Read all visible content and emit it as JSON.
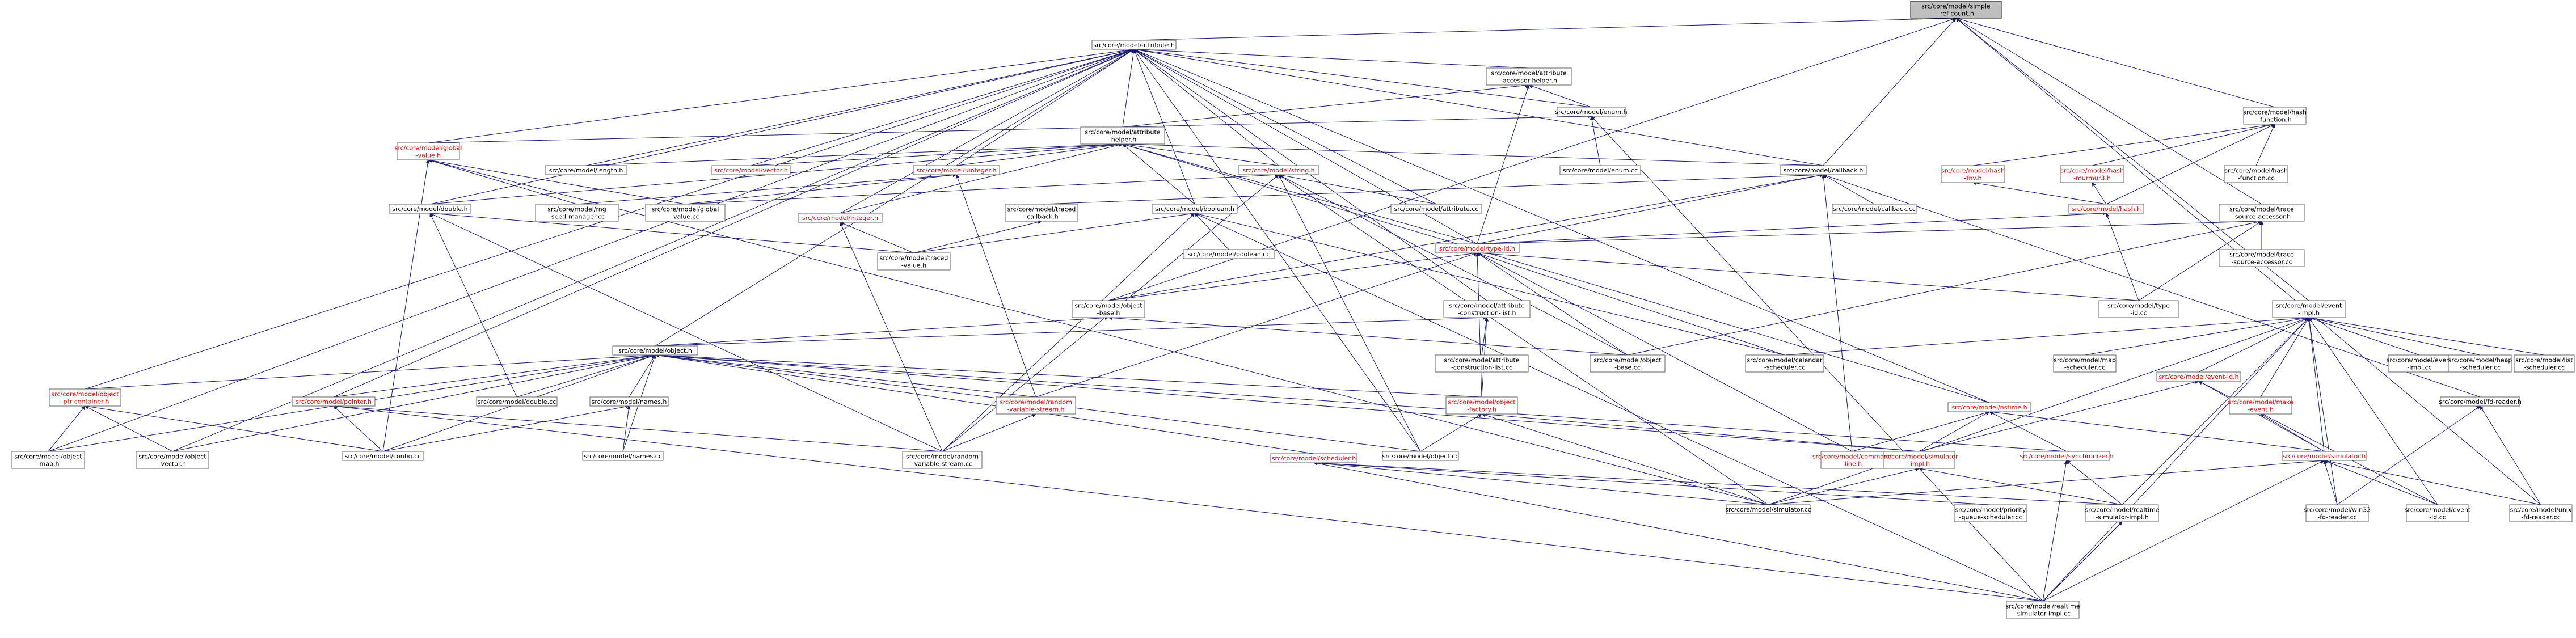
{
  "nodes": [
    {
      "id": "simple-ref-count",
      "lines": [
        "src/core/model/simple",
        "-ref-count.h"
      ],
      "focus": true
    },
    {
      "id": "attribute-h",
      "lines": [
        "src/core/model/attribute.h"
      ]
    },
    {
      "id": "attribute-accessor-helper",
      "lines": [
        "src/core/model/attribute",
        "-accessor-helper.h"
      ]
    },
    {
      "id": "enum-h",
      "lines": [
        "src/core/model/enum.h"
      ]
    },
    {
      "id": "hash-function-h",
      "lines": [
        "src/core/model/hash",
        "-function.h"
      ]
    },
    {
      "id": "attribute-helper-h",
      "lines": [
        "src/core/model/attribute",
        "-helper.h"
      ]
    },
    {
      "id": "global-value-h",
      "lines": [
        "src/core/model/global",
        "-value.h"
      ],
      "red": true
    },
    {
      "id": "length-h",
      "lines": [
        "src/core/model/length.h"
      ]
    },
    {
      "id": "vector-h",
      "lines": [
        "src/core/model/vector.h"
      ],
      "red": true
    },
    {
      "id": "uinteger-h",
      "lines": [
        "src/core/model/uinteger.h"
      ],
      "red": true
    },
    {
      "id": "string-h",
      "lines": [
        "src/core/model/string.h"
      ],
      "red": true
    },
    {
      "id": "enum-cc",
      "lines": [
        "src/core/model/enum.cc"
      ]
    },
    {
      "id": "callback-h",
      "lines": [
        "src/core/model/callback.h"
      ]
    },
    {
      "id": "hash-fnv-h",
      "lines": [
        "src/core/model/hash",
        "-fnv.h"
      ],
      "red": true
    },
    {
      "id": "hash-murmur3-h",
      "lines": [
        "src/core/model/hash",
        "-murmur3.h"
      ],
      "red": true
    },
    {
      "id": "hash-function-cc",
      "lines": [
        "src/core/model/hash",
        "-function.cc"
      ]
    },
    {
      "id": "double-h",
      "lines": [
        "src/core/model/double.h"
      ]
    },
    {
      "id": "rng-seed-manager-cc",
      "lines": [
        "src/core/model/rng",
        "-seed-manager.cc"
      ]
    },
    {
      "id": "global-value-cc",
      "lines": [
        "src/core/model/global",
        "-value.cc"
      ]
    },
    {
      "id": "integer-h",
      "lines": [
        "src/core/model/integer.h"
      ],
      "red": true
    },
    {
      "id": "traced-callback-h",
      "lines": [
        "src/core/model/traced",
        "-callback.h"
      ]
    },
    {
      "id": "boolean-h",
      "lines": [
        "src/core/model/boolean.h"
      ]
    },
    {
      "id": "attribute-cc",
      "lines": [
        "src/core/model/attribute.cc"
      ]
    },
    {
      "id": "callback-cc",
      "lines": [
        "src/core/model/callback.cc"
      ]
    },
    {
      "id": "hash-h",
      "lines": [
        "src/core/model/hash.h"
      ],
      "red": true
    },
    {
      "id": "trace-source-accessor-h",
      "lines": [
        "src/core/model/trace",
        "-source-accessor.h"
      ]
    },
    {
      "id": "traced-value-h",
      "lines": [
        "src/core/model/traced",
        "-value.h"
      ]
    },
    {
      "id": "boolean-cc",
      "lines": [
        "src/core/model/boolean.cc"
      ]
    },
    {
      "id": "type-id-h",
      "lines": [
        "src/core/model/type-id.h"
      ],
      "red": true
    },
    {
      "id": "trace-source-accessor-cc",
      "lines": [
        "src/core/model/trace",
        "-source-accessor.cc"
      ]
    },
    {
      "id": "object-base-h",
      "lines": [
        "src/core/model/object",
        "-base.h"
      ]
    },
    {
      "id": "attribute-construction-list-h",
      "lines": [
        "src/core/model/attribute",
        "-construction-list.h"
      ]
    },
    {
      "id": "type-id-cc",
      "lines": [
        "src/core/model/type",
        "-id.cc"
      ]
    },
    {
      "id": "event-impl-h",
      "lines": [
        "src/core/model/event",
        "-impl.h"
      ]
    },
    {
      "id": "object-h",
      "lines": [
        "src/core/model/object.h"
      ]
    },
    {
      "id": "attribute-construction-list-cc",
      "lines": [
        "src/core/model/attribute",
        "-construction-list.cc"
      ]
    },
    {
      "id": "object-base-cc",
      "lines": [
        "src/core/model/object",
        "-base.cc"
      ]
    },
    {
      "id": "calendar-scheduler-cc",
      "lines": [
        "src/core/model/calendar",
        "-scheduler.cc"
      ]
    },
    {
      "id": "map-scheduler-cc",
      "lines": [
        "src/core/model/map",
        "-scheduler.cc"
      ]
    },
    {
      "id": "event-id-h",
      "lines": [
        "src/core/model/event-id.h"
      ],
      "red": true
    },
    {
      "id": "event-impl-cc",
      "lines": [
        "src/core/model/event",
        "-impl.cc"
      ]
    },
    {
      "id": "heap-scheduler-cc",
      "lines": [
        "src/core/model/heap",
        "-scheduler.cc"
      ]
    },
    {
      "id": "list-scheduler-cc",
      "lines": [
        "src/core/model/list",
        "-scheduler.cc"
      ]
    },
    {
      "id": "object-ptr-container-h",
      "lines": [
        "src/core/model/object",
        "-ptr-container.h"
      ],
      "red": true
    },
    {
      "id": "pointer-h",
      "lines": [
        "src/core/model/pointer.h"
      ],
      "red": true
    },
    {
      "id": "double-cc",
      "lines": [
        "src/core/model/double.cc"
      ]
    },
    {
      "id": "names-h",
      "lines": [
        "src/core/model/names.h"
      ]
    },
    {
      "id": "random-variable-stream-h",
      "lines": [
        "src/core/model/random",
        "-variable-stream.h"
      ],
      "red": true
    },
    {
      "id": "object-factory-h",
      "lines": [
        "src/core/model/object",
        "-factory.h"
      ],
      "red": true
    },
    {
      "id": "nstime-h",
      "lines": [
        "src/core/model/nstime.h"
      ],
      "red": true
    },
    {
      "id": "make-event-h",
      "lines": [
        "src/core/model/make",
        "-event.h"
      ],
      "red": true
    },
    {
      "id": "fd-reader-h",
      "lines": [
        "src/core/model/fd-reader.h"
      ]
    },
    {
      "id": "object-map-h",
      "lines": [
        "src/core/model/object",
        "-map.h"
      ]
    },
    {
      "id": "object-vector-h",
      "lines": [
        "src/core/model/object",
        "-vector.h"
      ]
    },
    {
      "id": "config-cc",
      "lines": [
        "src/core/model/config.cc"
      ]
    },
    {
      "id": "names-cc",
      "lines": [
        "src/core/model/names.cc"
      ]
    },
    {
      "id": "random-variable-stream-cc",
      "lines": [
        "src/core/model/random",
        "-variable-stream.cc"
      ]
    },
    {
      "id": "scheduler-h",
      "lines": [
        "src/core/model/scheduler.h"
      ],
      "red": true
    },
    {
      "id": "object-cc",
      "lines": [
        "src/core/model/object.cc"
      ]
    },
    {
      "id": "simulator-impl-h",
      "lines": [
        "src/core/model/simulator",
        "-impl.h"
      ],
      "red": true
    },
    {
      "id": "command-line-h",
      "lines": [
        "src/core/model/command",
        "-line.h"
      ],
      "red": true
    },
    {
      "id": "synchronizer-h",
      "lines": [
        "src/core/model/synchronizer.h"
      ],
      "red": true
    },
    {
      "id": "simulator-h",
      "lines": [
        "src/core/model/simulator.h"
      ],
      "red": true
    },
    {
      "id": "simulator-cc",
      "lines": [
        "src/core/model/simulator.cc"
      ]
    },
    {
      "id": "priority-queue-scheduler-cc",
      "lines": [
        "src/core/model/priority",
        "-queue-scheduler.cc"
      ]
    },
    {
      "id": "realtime-simulator-impl-h",
      "lines": [
        "src/core/model/realtime",
        "-simulator-impl.h"
      ]
    },
    {
      "id": "win32-fd-reader-cc",
      "lines": [
        "src/core/model/win32",
        "-fd-reader.cc"
      ]
    },
    {
      "id": "event-id-cc",
      "lines": [
        "src/core/model/event",
        "-id.cc"
      ]
    },
    {
      "id": "unix-fd-reader-cc",
      "lines": [
        "src/core/model/unix",
        "-fd-reader.cc"
      ]
    },
    {
      "id": "realtime-simulator-impl-cc",
      "lines": [
        "src/core/model/realtime",
        "-simulator-impl.cc"
      ]
    }
  ]
}
